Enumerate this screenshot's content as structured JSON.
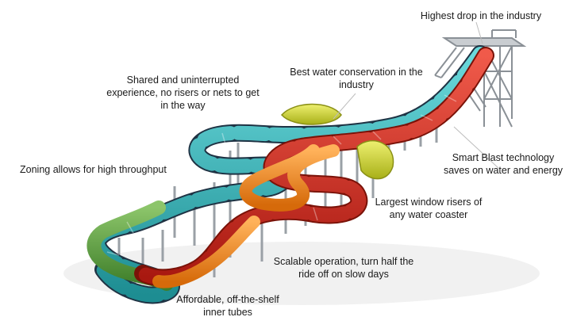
{
  "callouts": {
    "highest_drop": "Highest drop in the industry",
    "water_conservation_line1": "Best water conservation in the",
    "water_conservation_line2": "industry",
    "shared_line1": "Shared and uninterrupted",
    "shared_line2": "experience, no risers or nets to get",
    "shared_line3": "in the way",
    "zoning": "Zoning allows for high throughput",
    "smart_blast_line1": "Smart Blast technology",
    "smart_blast_line2": "saves on water and energy",
    "window_risers_line1": "Largest window risers of",
    "window_risers_line2": "any water coaster",
    "scalable_line1": "Scalable operation, turn half the",
    "scalable_line2": "ride off on slow days",
    "tubes_line1": "Affordable, off-the-shelf",
    "tubes_line2": "inner tubes"
  },
  "colors": {
    "green": "#5a9a3c",
    "teal": "#2fb3b8",
    "dark_navy": "#1f3344",
    "yellow": "#c9d12a",
    "orange": "#f08a1c",
    "red": "#d42a20",
    "support": "#9aa0a6"
  }
}
